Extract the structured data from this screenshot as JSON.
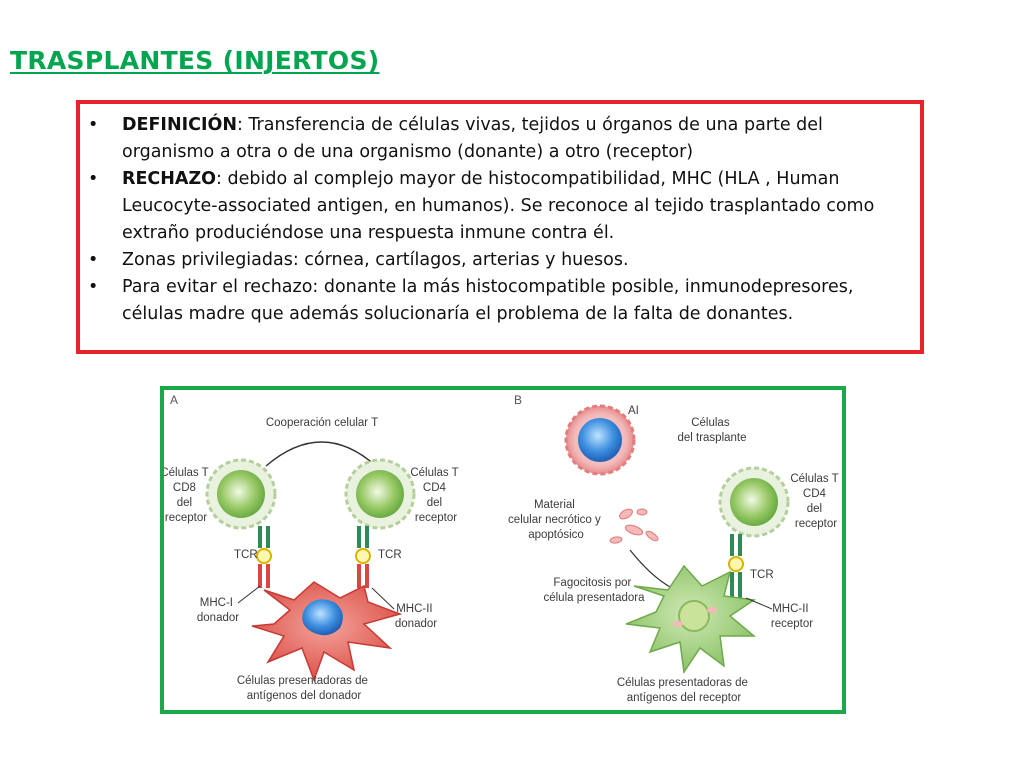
{
  "title": "TRASPLANTES (INJERTOS)",
  "colors": {
    "title": "#00a64f",
    "definition_border": "#e8232a",
    "figure_border": "#1aa84a"
  },
  "definition_box": {
    "bullet": "•",
    "items": [
      {
        "term": "DEFINICIÓN",
        "text": ": Transferencia de células vivas, tejidos u órganos de una parte del organismo a otra o de una organismo (donante) a otro (receptor)"
      },
      {
        "term": "RECHAZO",
        "text": ": debido al complejo mayor de histocompatibilidad, MHC (HLA , Human Leucocyte-associated antigen, en humanos). Se reconoce al tejido trasplantado como extraño produciéndose una respuesta inmune contra él."
      },
      {
        "term": "",
        "text": "Zonas privilegiadas: córnea, cartílagos, arterias y huesos."
      },
      {
        "term": "",
        "text": "Para evitar el rechazo: donante la más histocompatible posible, inmunodepresores, células madre que además solucionaría el problema de la falta de donantes."
      }
    ]
  },
  "figure": {
    "panel_a": {
      "letter": "A",
      "cooperation": "Cooperación celular T",
      "cd8": [
        "Células T",
        "CD8",
        "del",
        "receptor"
      ],
      "cd4": [
        "Células T",
        "CD4",
        "del",
        "receptor"
      ],
      "tcr": "TCR",
      "mhc1": [
        "MHC-I",
        "donador"
      ],
      "mhc2": [
        "MHC-II",
        "donador"
      ],
      "apc": [
        "Células presentadoras de",
        "antígenos del donador"
      ]
    },
    "panel_b": {
      "letter": "B",
      "ai": "AI",
      "transplant": [
        "Células",
        "del trasplante"
      ],
      "necrotic": [
        "Material",
        "celular necrótico y",
        "apoptósico"
      ],
      "phago": [
        "Fagocitosis por",
        "célula presentadora"
      ],
      "cd4": [
        "Células T",
        "CD4",
        "del",
        "receptor"
      ],
      "tcr": "TCR",
      "mhc2": [
        "MHC-II",
        "receptor"
      ],
      "apc": [
        "Células presentadoras de",
        "antígenos del receptor"
      ]
    }
  }
}
